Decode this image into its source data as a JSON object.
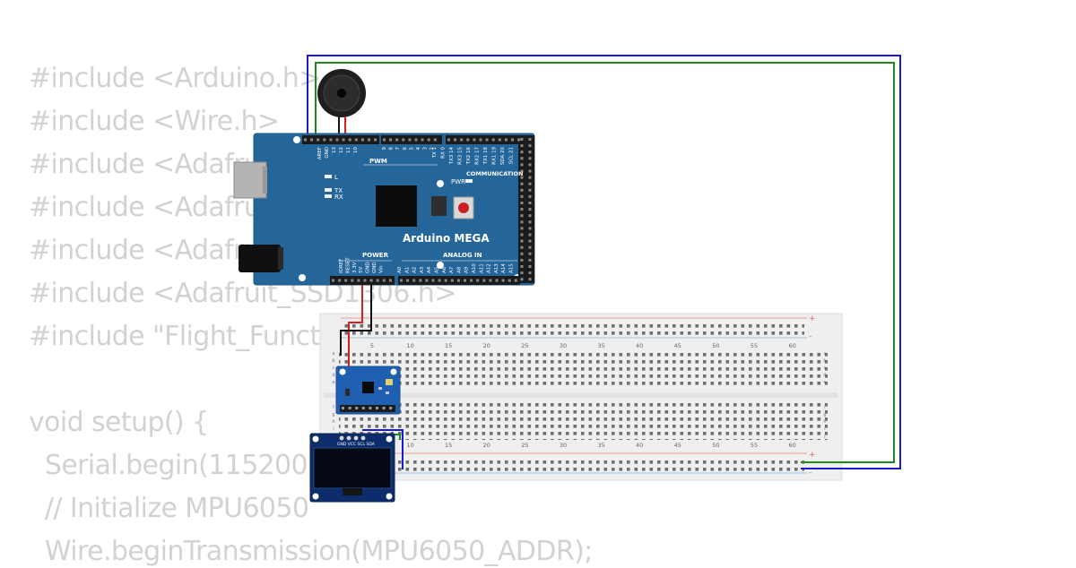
{
  "code": {
    "lines": [
      "#include <Arduino.h>",
      "#include <Wire.h>",
      "#include <Adafruit_GFX.h>",
      "#include <Adafruit_Sensor.h>",
      "#include <Adafruit_MPU6050.h>",
      "#include <Adafruit_SSD1306.h>",
      "#include \"Flight_Functions.h\"",
      "",
      "void setup() {",
      "  Serial.begin(115200);",
      "  // Initialize MPU6050",
      "  Wire.beginTransmission(MPU6050_ADDR);"
    ]
  },
  "board": {
    "name": "Arduino MEGA",
    "pwm_label": "PWM",
    "comm_label": "COMMUNICATION",
    "power_label": "POWER",
    "analog_label": "ANALOG IN",
    "led_l": "L",
    "led_tx": "TX",
    "led_rx": "RX",
    "pwr_label": "PWR",
    "top_pins_left": [
      "AREF",
      "GND",
      "13",
      "12",
      "11",
      "10"
    ],
    "top_pins_mid": [
      "9",
      "8",
      "7",
      "6",
      "5",
      "4",
      "3",
      "2"
    ],
    "top_pins_comm": [
      "TX 1",
      "RX 0",
      "TX3 14",
      "RX3 15",
      "TX2 16",
      "RX2 17",
      "TX1 18",
      "RX1 19",
      "SDA 20",
      "SCL 21"
    ],
    "bottom_pins_power": [
      "IOREF",
      "RESET",
      "3.3V",
      "5V",
      "GND",
      "GND",
      "Vin"
    ],
    "bottom_pins_analog": [
      "A0",
      "A1",
      "A2",
      "A3",
      "A4",
      "A5",
      "A6",
      "A7",
      "A8",
      "A9",
      "A10",
      "A11",
      "A12",
      "A13",
      "A14",
      "A15"
    ]
  },
  "breadboard": {
    "column_numbers": [
      "5",
      "10",
      "15",
      "20",
      "25",
      "30",
      "35",
      "40",
      "45",
      "50",
      "55",
      "60"
    ],
    "row_letters_top": [
      "a",
      "b",
      "c",
      "d",
      "e"
    ],
    "row_letters_bottom": [
      "f",
      "g",
      "h",
      "i",
      "j"
    ],
    "rail_plus": "+",
    "rail_minus": "-"
  },
  "oled": {
    "pins": "GND VCC SCL SDA"
  },
  "wire_colors": {
    "blue": "#1a1ad0",
    "green": "#1e8a1e",
    "red": "#d42020",
    "black": "#111111"
  }
}
